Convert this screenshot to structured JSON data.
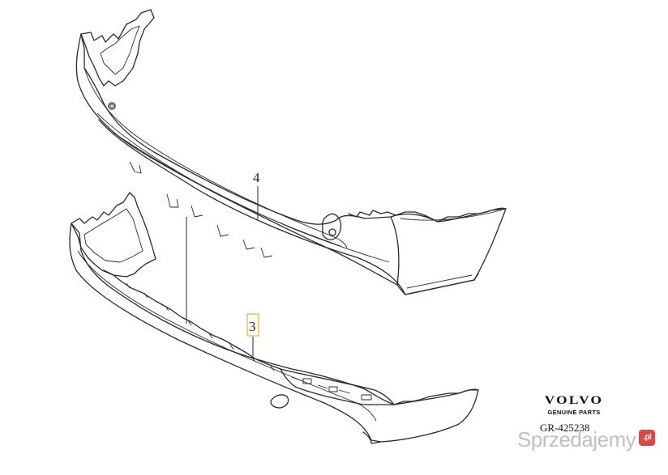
{
  "callouts": {
    "upper_part": "4",
    "lower_part": "3"
  },
  "brand": {
    "logo": "VOLVO",
    "tagline": "GENUINE PARTS"
  },
  "reference": "GR-425238",
  "watermark": {
    "text": "Sprzedajemy",
    "tld": ".pl"
  },
  "colors": {
    "line": "#2a2a2a",
    "highlight": "#e8b227",
    "watermark_badge": "#d62828"
  }
}
